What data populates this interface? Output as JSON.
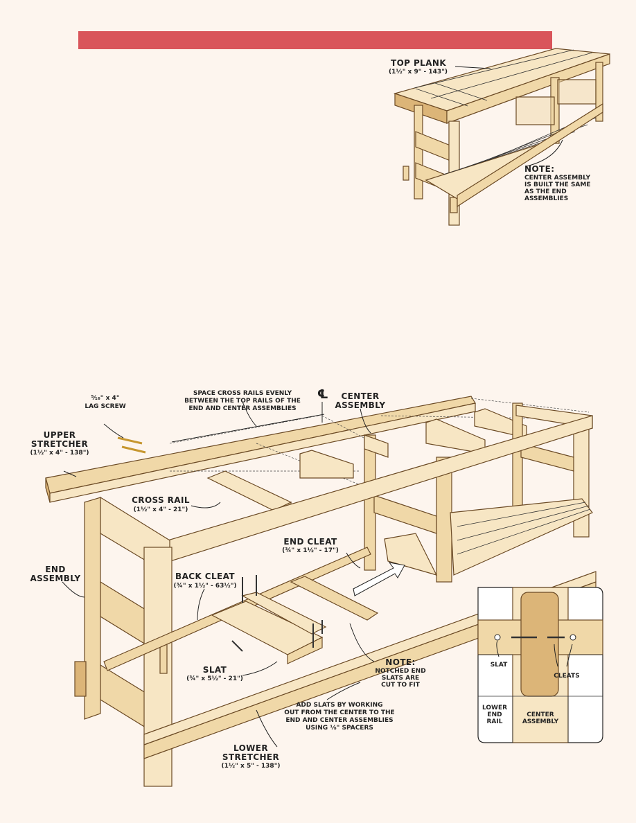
{
  "small_view": {
    "top_plank": {
      "title": "TOP PLANK",
      "dims": "(1½\" x 9\" - 143\")"
    },
    "note": {
      "title": "NOTE:",
      "lines": [
        "CENTER ASSEMBLY",
        "IS BUILT THE SAME",
        "AS THE END",
        "ASSEMBLIES"
      ]
    }
  },
  "main_view": {
    "lag_screw": {
      "lines": [
        "⁵⁄₁₆\" x 4\"",
        "LAG SCREW"
      ]
    },
    "space_note": {
      "lines": [
        "SPACE CROSS RAILS EVENLY",
        "BETWEEN THE TOP RAILS OF THE",
        "END AND CENTER ASSEMBLIES"
      ]
    },
    "centerline": "℄",
    "center_assembly": {
      "lines": [
        "CENTER",
        "ASSEMBLY"
      ]
    },
    "upper_stretcher": {
      "lines": [
        "UPPER",
        "STRETCHER"
      ],
      "dims": "(1½\" x 4\" - 138\")"
    },
    "cross_rail": {
      "title": "CROSS RAIL",
      "dims": "(1½\" x 4\" - 21\")"
    },
    "end_cleat": {
      "title": "END CLEAT",
      "dims": "(¾\" x 1½\" - 17\")"
    },
    "end_assembly": {
      "lines": [
        "END",
        "ASSEMBLY"
      ]
    },
    "back_cleat": {
      "title": "BACK CLEAT",
      "dims": "(¾\" x 1½\" - 63½\")"
    },
    "slat": {
      "title": "SLAT",
      "dims": "(¾\" x 5½\" - 21\")"
    },
    "notched_note": {
      "title": "NOTE:",
      "lines": [
        "NOTCHED END",
        "SLATS ARE",
        "CUT TO FIT"
      ]
    },
    "add_slats": {
      "lines": [
        "ADD SLATS BY WORKING",
        "OUT FROM THE CENTER TO THE",
        "END AND CENTER ASSEMBLIES",
        "USING ⅛\" SPACERS"
      ]
    },
    "lower_stretcher": {
      "lines": [
        "LOWER",
        "STRETCHER"
      ],
      "dims": "(1½\" x 5\" - 138\")"
    }
  },
  "detail": {
    "slat": "SLAT",
    "cleats": "CLEATS",
    "lower_end_rail": [
      "LOWER",
      "END",
      "RAIL"
    ],
    "center_assembly": [
      "CENTER",
      "ASSEMBLY"
    ]
  },
  "colors": {
    "header": "#d9555b",
    "wood": "#f0d8a8",
    "wood_dark": "#dcb578",
    "outline": "#6b4a25",
    "background": "#fdf5ee"
  }
}
